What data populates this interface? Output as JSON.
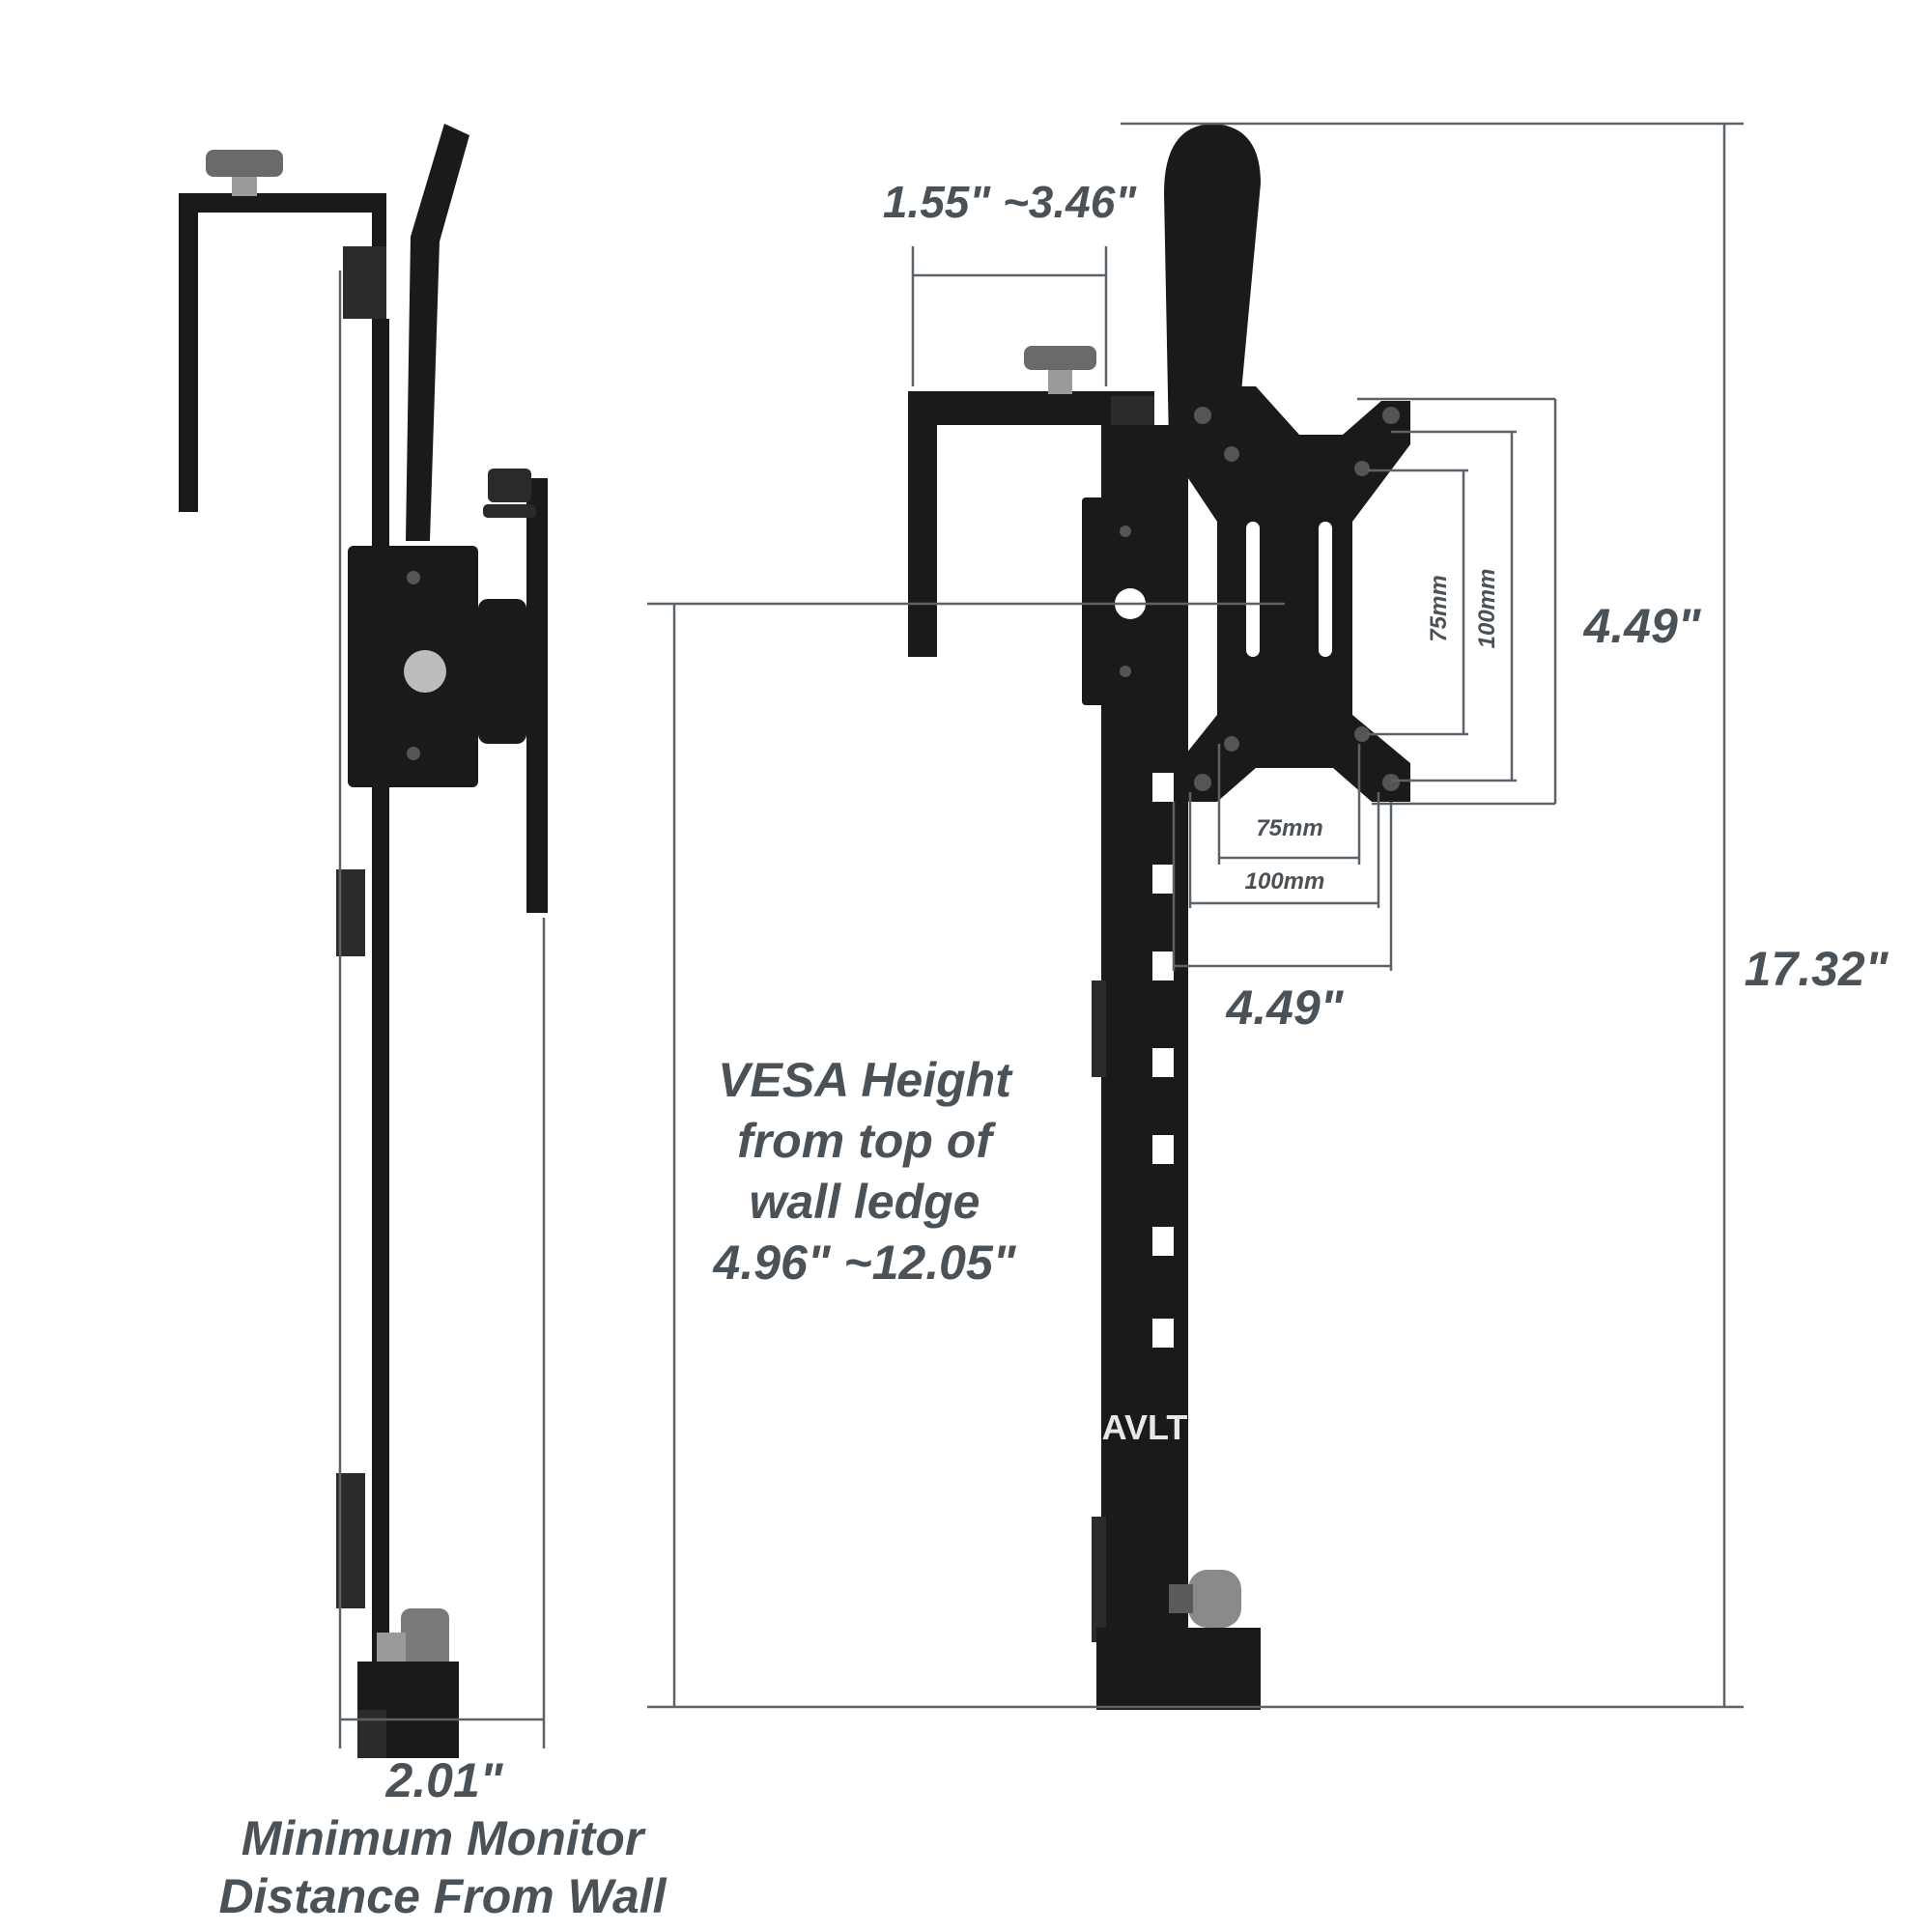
{
  "dimensions": {
    "hook_width": "1.55\" ~3.46\"",
    "total_height": "17.32\"",
    "plate_height": "4.49\"",
    "plate_width": "4.49\"",
    "vesa_v_75": "75mm",
    "vesa_v_100": "100mm",
    "vesa_h_75": "75mm",
    "vesa_h_100": "100mm",
    "side_depth": "2.01\""
  },
  "notes": {
    "vesa_height": [
      "VESA Height",
      "from top of",
      "wall ledge",
      "4.96\" ~12.05\""
    ],
    "min_distance": [
      "Minimum Monitor",
      "Distance From Wall"
    ]
  },
  "brand": "AVLT",
  "colors": {
    "label": "#4a5258",
    "metal": "#1a1a1a",
    "dimension_line": "#5b636a"
  }
}
